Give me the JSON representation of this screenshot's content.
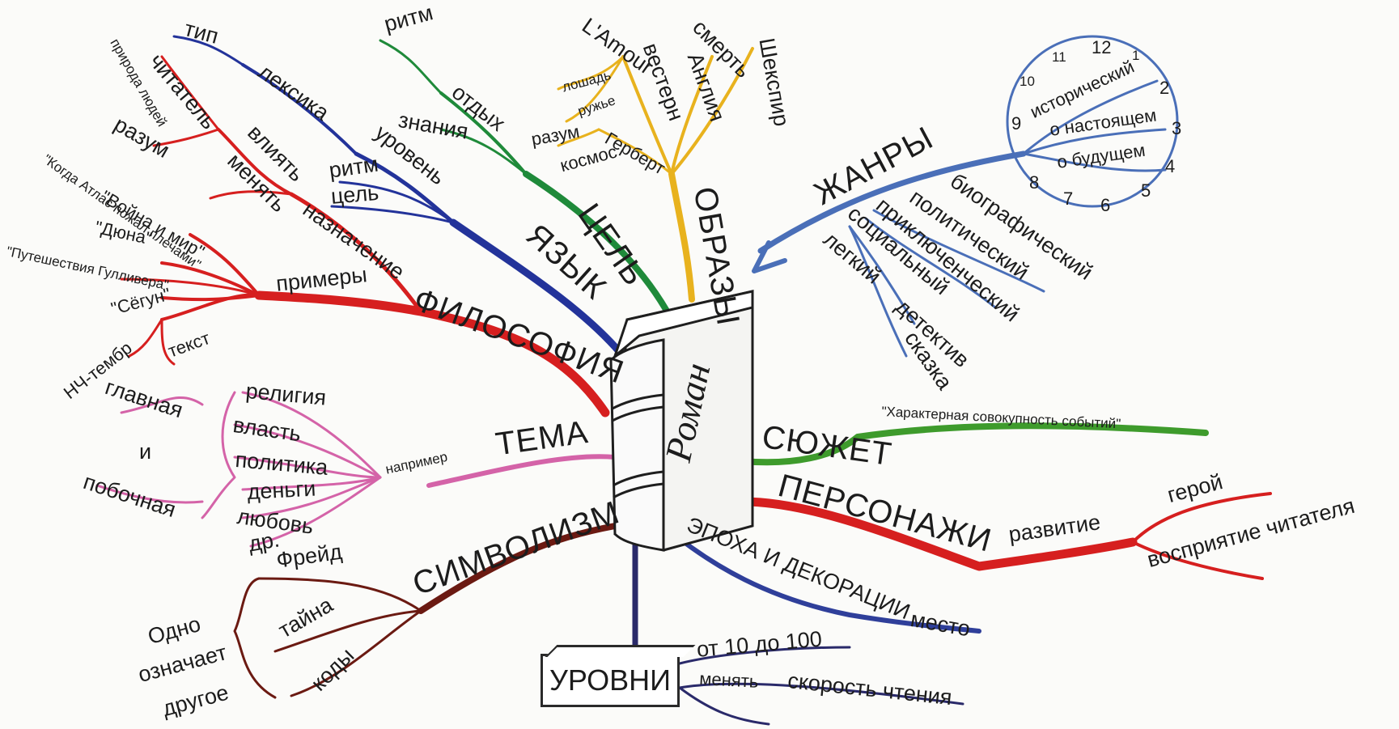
{
  "center": {
    "title": "Роман"
  },
  "colors": {
    "philosophy": "#d61f1f",
    "language": "#23339a",
    "goal": "#1f8a3a",
    "images": "#e8b21e",
    "genres": "#4a6fb8",
    "plot": "#3e9b2c",
    "characters": "#d61f1f",
    "epoch": "#2f3f9a",
    "levels": "#2a2a6a",
    "symbolism": "#6b1a12",
    "theme": "#d463a8"
  },
  "branches": {
    "philosophy": {
      "label": "ФИЛОСОФИЯ",
      "purpose": "назначение",
      "examples": "примеры",
      "reason": "разум",
      "nature": "природа людей",
      "reader": "читатель",
      "influence": "влиять",
      "change": "менять",
      "atlas": "\"Когда Атлас пожал плечами\"",
      "war_peace": "\"Война и мир\"",
      "dune": "\"Дюна\"",
      "gulliver": "\"Путешествия Гулливера\"",
      "shogun": "\"Сёгун\"",
      "text": "текст",
      "lowfreq": "НЧ-тембр"
    },
    "language": {
      "label": "ЯЗЫК",
      "type": "тип",
      "lexicon": "лексика",
      "level": "уровень",
      "rhythm": "ритм",
      "goal": "цель"
    },
    "goal": {
      "label": "ЦЕЛЬ",
      "rhythm": "ритм",
      "rest": "отдых",
      "knowledge": "знания"
    },
    "images": {
      "label": "ОБРАЗЫ",
      "amour": "L'Amour",
      "horse": "лошадь",
      "gun": "ружье",
      "reason": "разум",
      "cosmos": "космос",
      "herbert": "Герберт",
      "western": "вестерн",
      "england": "Англия",
      "death": "смерть",
      "shakespeare": "Шекспир"
    },
    "genres": {
      "label": "ЖАНРЫ",
      "biographical": "биографический",
      "political": "политический",
      "adventure": "приключенческий",
      "social": "социальный",
      "detective": "детектив",
      "light": "легкий",
      "fairy": "сказка",
      "historical": "исторический",
      "present": "о настоящем",
      "future": "о будущем",
      "clock": [
        "12",
        "1",
        "2",
        "3",
        "4",
        "5",
        "6",
        "7",
        "8",
        "9",
        "10",
        "11"
      ]
    },
    "plot": {
      "label": "СЮЖЕТ",
      "definition": "\"Характерная совокупность событий\""
    },
    "characters": {
      "label": "ПЕРСОНАЖИ",
      "development": "развитие",
      "hero": "герой",
      "perception": "восприятие читателя"
    },
    "epoch": {
      "label": "ЭПОХА И ДЕКОРАЦИИ",
      "place": "место"
    },
    "levels": {
      "label": "УРОВНИ",
      "range": "от 10 до 100",
      "change": "менять",
      "speed": "скорость чтения"
    },
    "symbolism": {
      "label": "СИМВОЛИЗМ",
      "freud": "Фрейд",
      "mystery": "тайна",
      "codes": "коды",
      "one": "Одно",
      "means": "означает",
      "other": "другое"
    },
    "theme": {
      "label": "ТЕМА",
      "example": "например",
      "religion": "религия",
      "power": "власть",
      "politics": "политика",
      "money": "деньги",
      "love": "любовь",
      "etc": "др.",
      "main": "главная",
      "and": "и",
      "secondary": "побочная"
    }
  }
}
